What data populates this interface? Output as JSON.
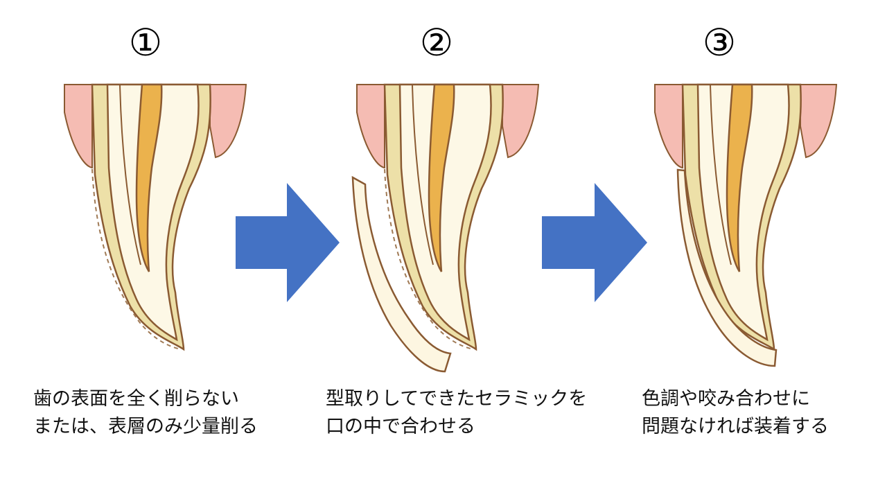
{
  "steps": [
    {
      "number": "①",
      "caption_line1": "歯の表面を全く削らない",
      "caption_line2": "または、表層のみ少量削る"
    },
    {
      "number": "②",
      "caption_line1": "型取りしてできたセラミックを",
      "caption_line2": "口の中で合わせる"
    },
    {
      "number": "③",
      "caption_line1": "色調や咬み合わせに",
      "caption_line2": "問題なければ装着する"
    }
  ],
  "colors": {
    "gum": "#f5bcb3",
    "enamel": "#ede0a8",
    "dentin": "#fdf8e6",
    "pulp": "#ebb24d",
    "outline": "#8a5a32",
    "veneer": "#fdf6e1",
    "arrow": "#4472c4"
  }
}
